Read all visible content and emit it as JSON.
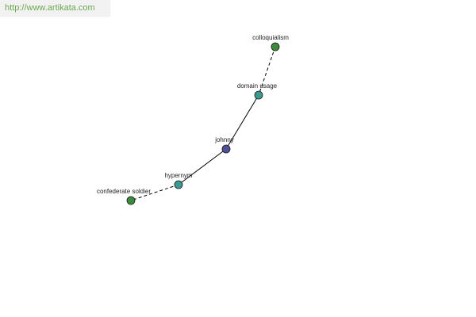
{
  "watermark": {
    "text": "http://www.artikata.com"
  },
  "graph": {
    "nodes": [
      {
        "id": "colloquialism",
        "label": "colloquialism",
        "color": "#3c8a3c"
      },
      {
        "id": "domain_usage",
        "label": "domain usage",
        "color": "#3a9a8f"
      },
      {
        "id": "johnny",
        "label": "johnny",
        "color": "#4f4f9a"
      },
      {
        "id": "hypernym",
        "label": "hypernym",
        "color": "#3a9a8f"
      },
      {
        "id": "confederate_soldier",
        "label": "confederate soldier",
        "color": "#3c8a3c"
      }
    ],
    "edges": [
      {
        "from": "colloquialism",
        "to": "domain_usage",
        "style": "dashed"
      },
      {
        "from": "domain_usage",
        "to": "johnny",
        "style": "solid"
      },
      {
        "from": "johnny",
        "to": "hypernym",
        "style": "solid"
      },
      {
        "from": "hypernym",
        "to": "confederate_soldier",
        "style": "dashed"
      }
    ]
  }
}
